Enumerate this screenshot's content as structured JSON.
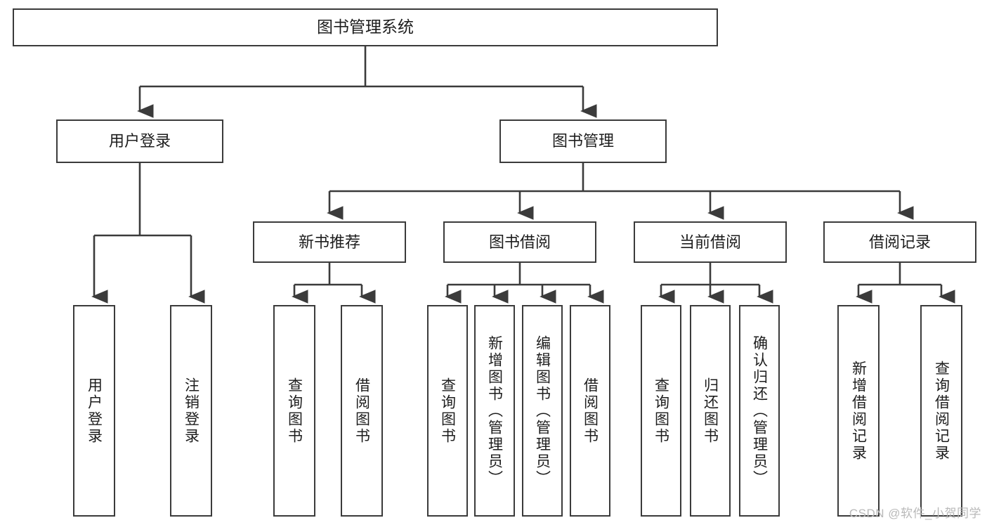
{
  "diagram": {
    "title": "图书管理系统",
    "type": "hierarchy-tree",
    "colors": {
      "background": "#ffffff",
      "box_border": "#3b3b3b",
      "box_fill": "#ffffff",
      "connector": "#3b3b3b",
      "text": "#1d1d1d",
      "watermark": "#b9b9b9"
    },
    "root": {
      "label": "图书管理系统"
    },
    "level2": [
      {
        "label": "用户登录"
      },
      {
        "label": "图书管理"
      }
    ],
    "level3": [
      {
        "label": "新书推荐"
      },
      {
        "label": "图书借阅"
      },
      {
        "label": "当前借阅"
      },
      {
        "label": "借阅记录"
      }
    ],
    "leaves": {
      "user_login": [
        {
          "label": "用户登录"
        },
        {
          "label": "注销登录"
        }
      ],
      "new_book": [
        {
          "label": "查询图书"
        },
        {
          "label": "借阅图书"
        }
      ],
      "book_borrow": [
        {
          "label": "查询图书"
        },
        {
          "label": "新增图书（管理员）"
        },
        {
          "label": "编辑图书（管理员）"
        },
        {
          "label": "借阅图书"
        }
      ],
      "current_borrow": [
        {
          "label": "查询图书"
        },
        {
          "label": "归还图书"
        },
        {
          "label": "确认归还（管理员）"
        }
      ],
      "borrow_record": [
        {
          "label": "新增借阅记录"
        },
        {
          "label": "查询借阅记录"
        }
      ]
    }
  },
  "watermark": {
    "text": "CSDN @软件_小贺同学"
  }
}
